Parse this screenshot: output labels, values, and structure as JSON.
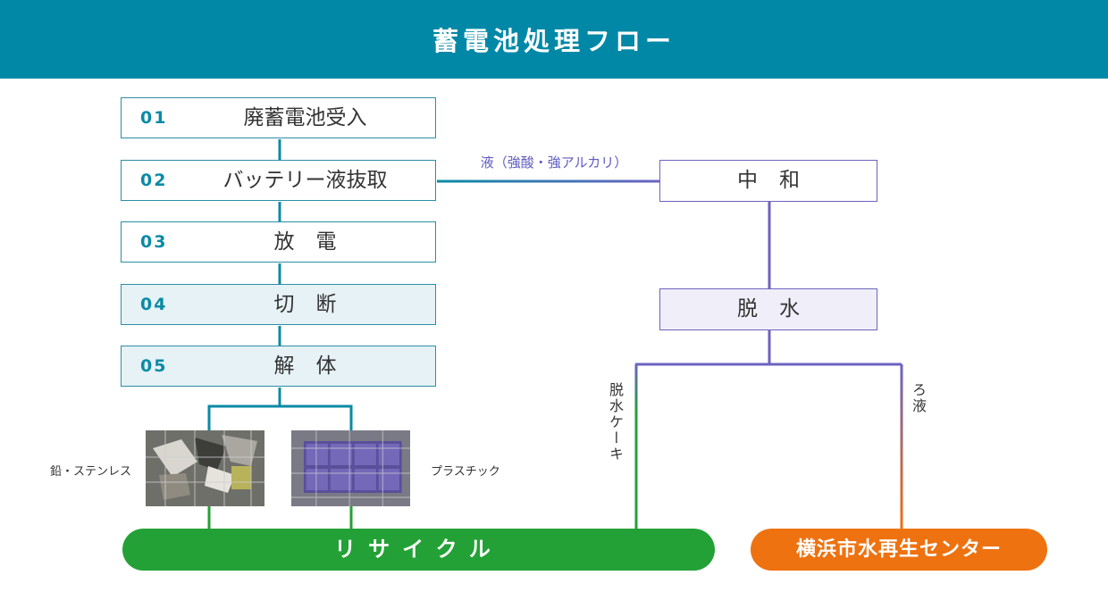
{
  "header": {
    "title": "蓄電池処理フロー"
  },
  "steps": [
    {
      "num": "01",
      "label": "廃蓄電池受入"
    },
    {
      "num": "02",
      "label": "バッテリー液抜取"
    },
    {
      "num": "03",
      "label": "放電"
    },
    {
      "num": "04",
      "label": "切断"
    },
    {
      "num": "05",
      "label": "解体"
    }
  ],
  "liquid_label": "液（強酸・強アルカリ）",
  "processes": {
    "neutralize": "中和",
    "dewater": "脱水"
  },
  "branches": {
    "cake": "脱水ケーキ",
    "filtrate": "ろ液"
  },
  "materials": {
    "lead": "鉛・ステンレス",
    "plastic": "プラスチック"
  },
  "destinations": {
    "recycle": "リサイクル",
    "center": "横浜市水再生センター"
  },
  "colors": {
    "header": "#0088a6",
    "step_border": "#2c8ea5",
    "process_line": "#6c63c0",
    "recycle": "#23a136",
    "center": "#ee7210"
  }
}
